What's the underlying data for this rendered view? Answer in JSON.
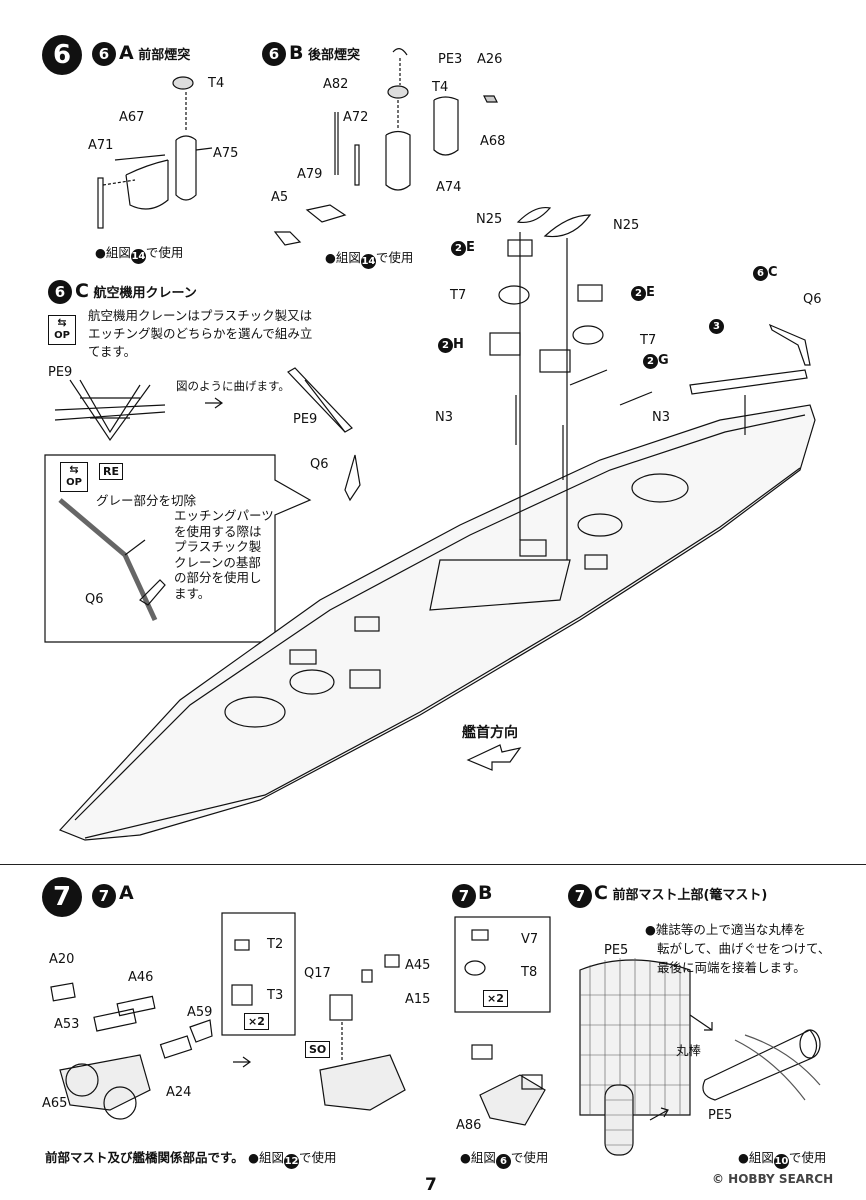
{
  "step6": {
    "number": "6",
    "a": {
      "letter": "A",
      "title": "前部煙突",
      "parts": [
        "T4",
        "A67",
        "A71",
        "A75"
      ],
      "note": "●組図",
      "ref": "14",
      "note_suffix": "で使用"
    },
    "b": {
      "letter": "B",
      "title": "後部煙突",
      "parts": [
        "PE3",
        "A26",
        "T4",
        "A82",
        "A72",
        "A68",
        "A79",
        "A74",
        "A5"
      ],
      "note": "●組図",
      "ref": "14",
      "note_suffix": "で使用"
    },
    "c": {
      "letter": "C",
      "title": "航空機用クレーン",
      "op_tag": "OP",
      "desc": [
        "航空機用クレーンはプラスチック製又は",
        "エッチング製のどちらかを選んで組み立",
        "てます。"
      ],
      "pe9_left": "PE9",
      "pe9_right": "PE9",
      "bend_note": "図のように曲げます。",
      "q6": "Q6",
      "re_tag": "RE",
      "cut_note": "グレー部分を切除",
      "etch_note": [
        "エッチングパーツ",
        "を使用する際は",
        "プラスチック製",
        "クレーンの基部",
        "の部分を使用し",
        "ます。"
      ],
      "q6_inset": "Q6"
    },
    "hull_parts": [
      "N25",
      "N25",
      "T7",
      "T7",
      "N3",
      "N3",
      "Q6"
    ],
    "hull_callouts": [
      {
        "num": "2",
        "letter": "E"
      },
      {
        "num": "2",
        "letter": "E"
      },
      {
        "num": "2",
        "letter": "H"
      },
      {
        "num": "2",
        "letter": "G"
      },
      {
        "num": "3",
        "letter": ""
      },
      {
        "num": "6",
        "letter": "C"
      }
    ],
    "direction": "艦首方向"
  },
  "step7": {
    "number": "7",
    "a": {
      "letter": "A",
      "parts": [
        "A20",
        "A46",
        "A53",
        "A59",
        "A65",
        "A24",
        "T2",
        "T3",
        "Q17",
        "A45",
        "A15"
      ],
      "x2": "×2",
      "so_tag": "SO"
    },
    "b": {
      "letter": "B",
      "parts": [
        "V7",
        "T8",
        "A86"
      ],
      "x2": "×2",
      "note": "●組図",
      "ref": "6",
      "note_suffix": "で使用"
    },
    "c": {
      "letter": "C",
      "title": "前部マスト上部(篭マスト)",
      "desc": [
        "●雑誌等の上で適当な丸棒を",
        "転がして、曲げぐせをつけて、",
        "最後に両端を接着します。"
      ],
      "parts": [
        "PE5",
        "丸棒",
        "PE5"
      ],
      "note": "●組図",
      "ref": "10",
      "note_suffix": "で使用"
    },
    "footer_note": "前部マスト及び艦橋関係部品です。",
    "footer_ref_prefix": "●組図",
    "footer_ref": "12",
    "footer_ref_suffix": "で使用"
  },
  "page_number": "7",
  "watermark": "© HOBBY SEARCH"
}
